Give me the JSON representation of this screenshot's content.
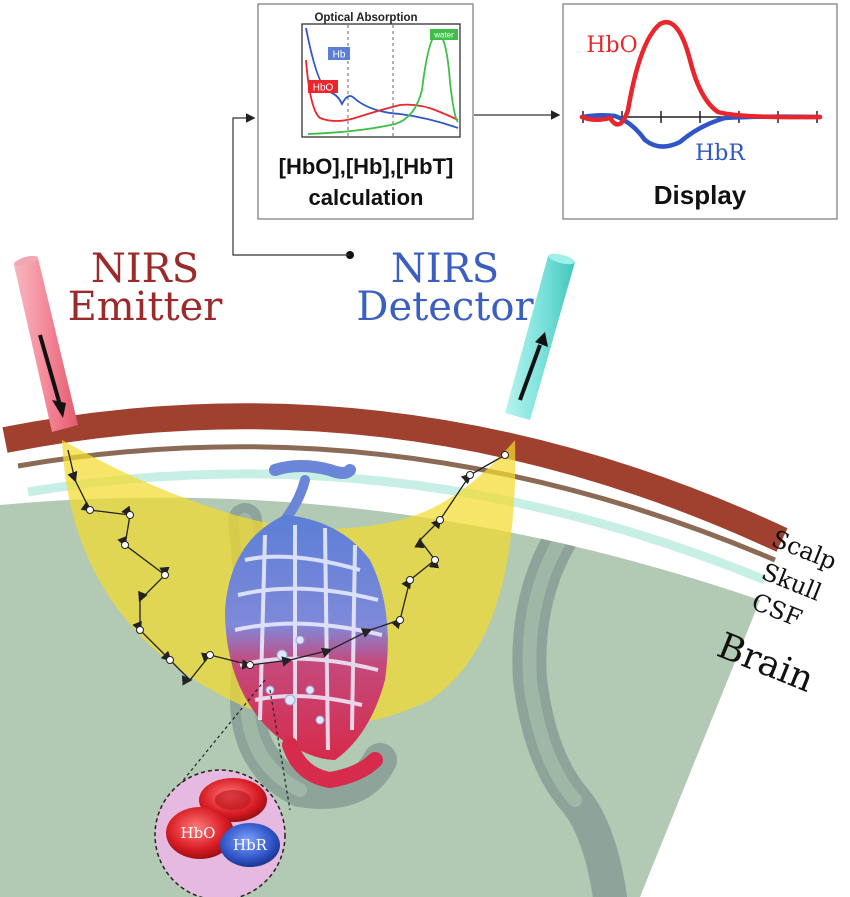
{
  "panels": {
    "absorption": {
      "title": "Optical Absorption",
      "legend_hb": "Hb",
      "legend_hbo": "HbO",
      "legend_water": "water",
      "caption_line1": "[HbO],[Hb],[HbT]",
      "caption_line2": "calculation"
    },
    "display": {
      "label_hbo": "HbO",
      "label_hbr": "HbR",
      "caption": "Display"
    }
  },
  "labels": {
    "emitter_line1": "NIRS",
    "emitter_line2": "Emitter",
    "detector_line1": "NIRS",
    "detector_line2": "Detector",
    "scalp": "Scalp",
    "skull": "Skull",
    "csf": "CSF",
    "brain": "Brain",
    "cell_hbo": "HbO",
    "cell_hbr": "HbR"
  },
  "colors": {
    "hbo": "#e8262b",
    "hb": "#2f55c8",
    "water": "#3fbf4a",
    "emitter_text": "#9b2b2b",
    "detector_text": "#3a5fc0",
    "scalp": "#a0412f",
    "light_path": "#f0d83a"
  }
}
